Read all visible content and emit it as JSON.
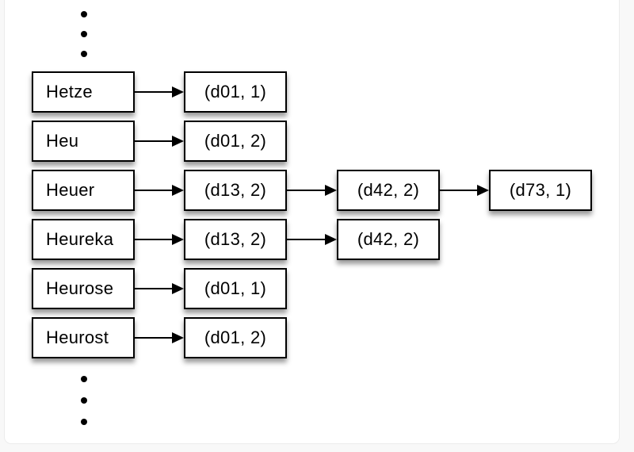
{
  "diagram": {
    "rows": [
      {
        "term": "Hetze",
        "postings": [
          "(d01, 1)"
        ]
      },
      {
        "term": "Heu",
        "postings": [
          "(d01, 2)"
        ]
      },
      {
        "term": "Heuer",
        "postings": [
          "(d13, 2)",
          "(d42, 2)",
          "(d73, 1)"
        ]
      },
      {
        "term": "Heureka",
        "postings": [
          "(d13, 2)",
          "(d42, 2)"
        ]
      },
      {
        "term": "Heurose",
        "postings": [
          "(d01, 1)"
        ]
      },
      {
        "term": "Heurost",
        "postings": [
          "(d01, 2)"
        ]
      }
    ],
    "ellipsis": {
      "top_dot_count": 3,
      "bottom_dot_count": 3
    },
    "colors": {
      "box_border": "#000000",
      "box_fill": "#ffffff",
      "arrow": "#000000",
      "text": "#000000",
      "panel_background": "#ffffff",
      "page_background": "#f8f8f8"
    }
  }
}
